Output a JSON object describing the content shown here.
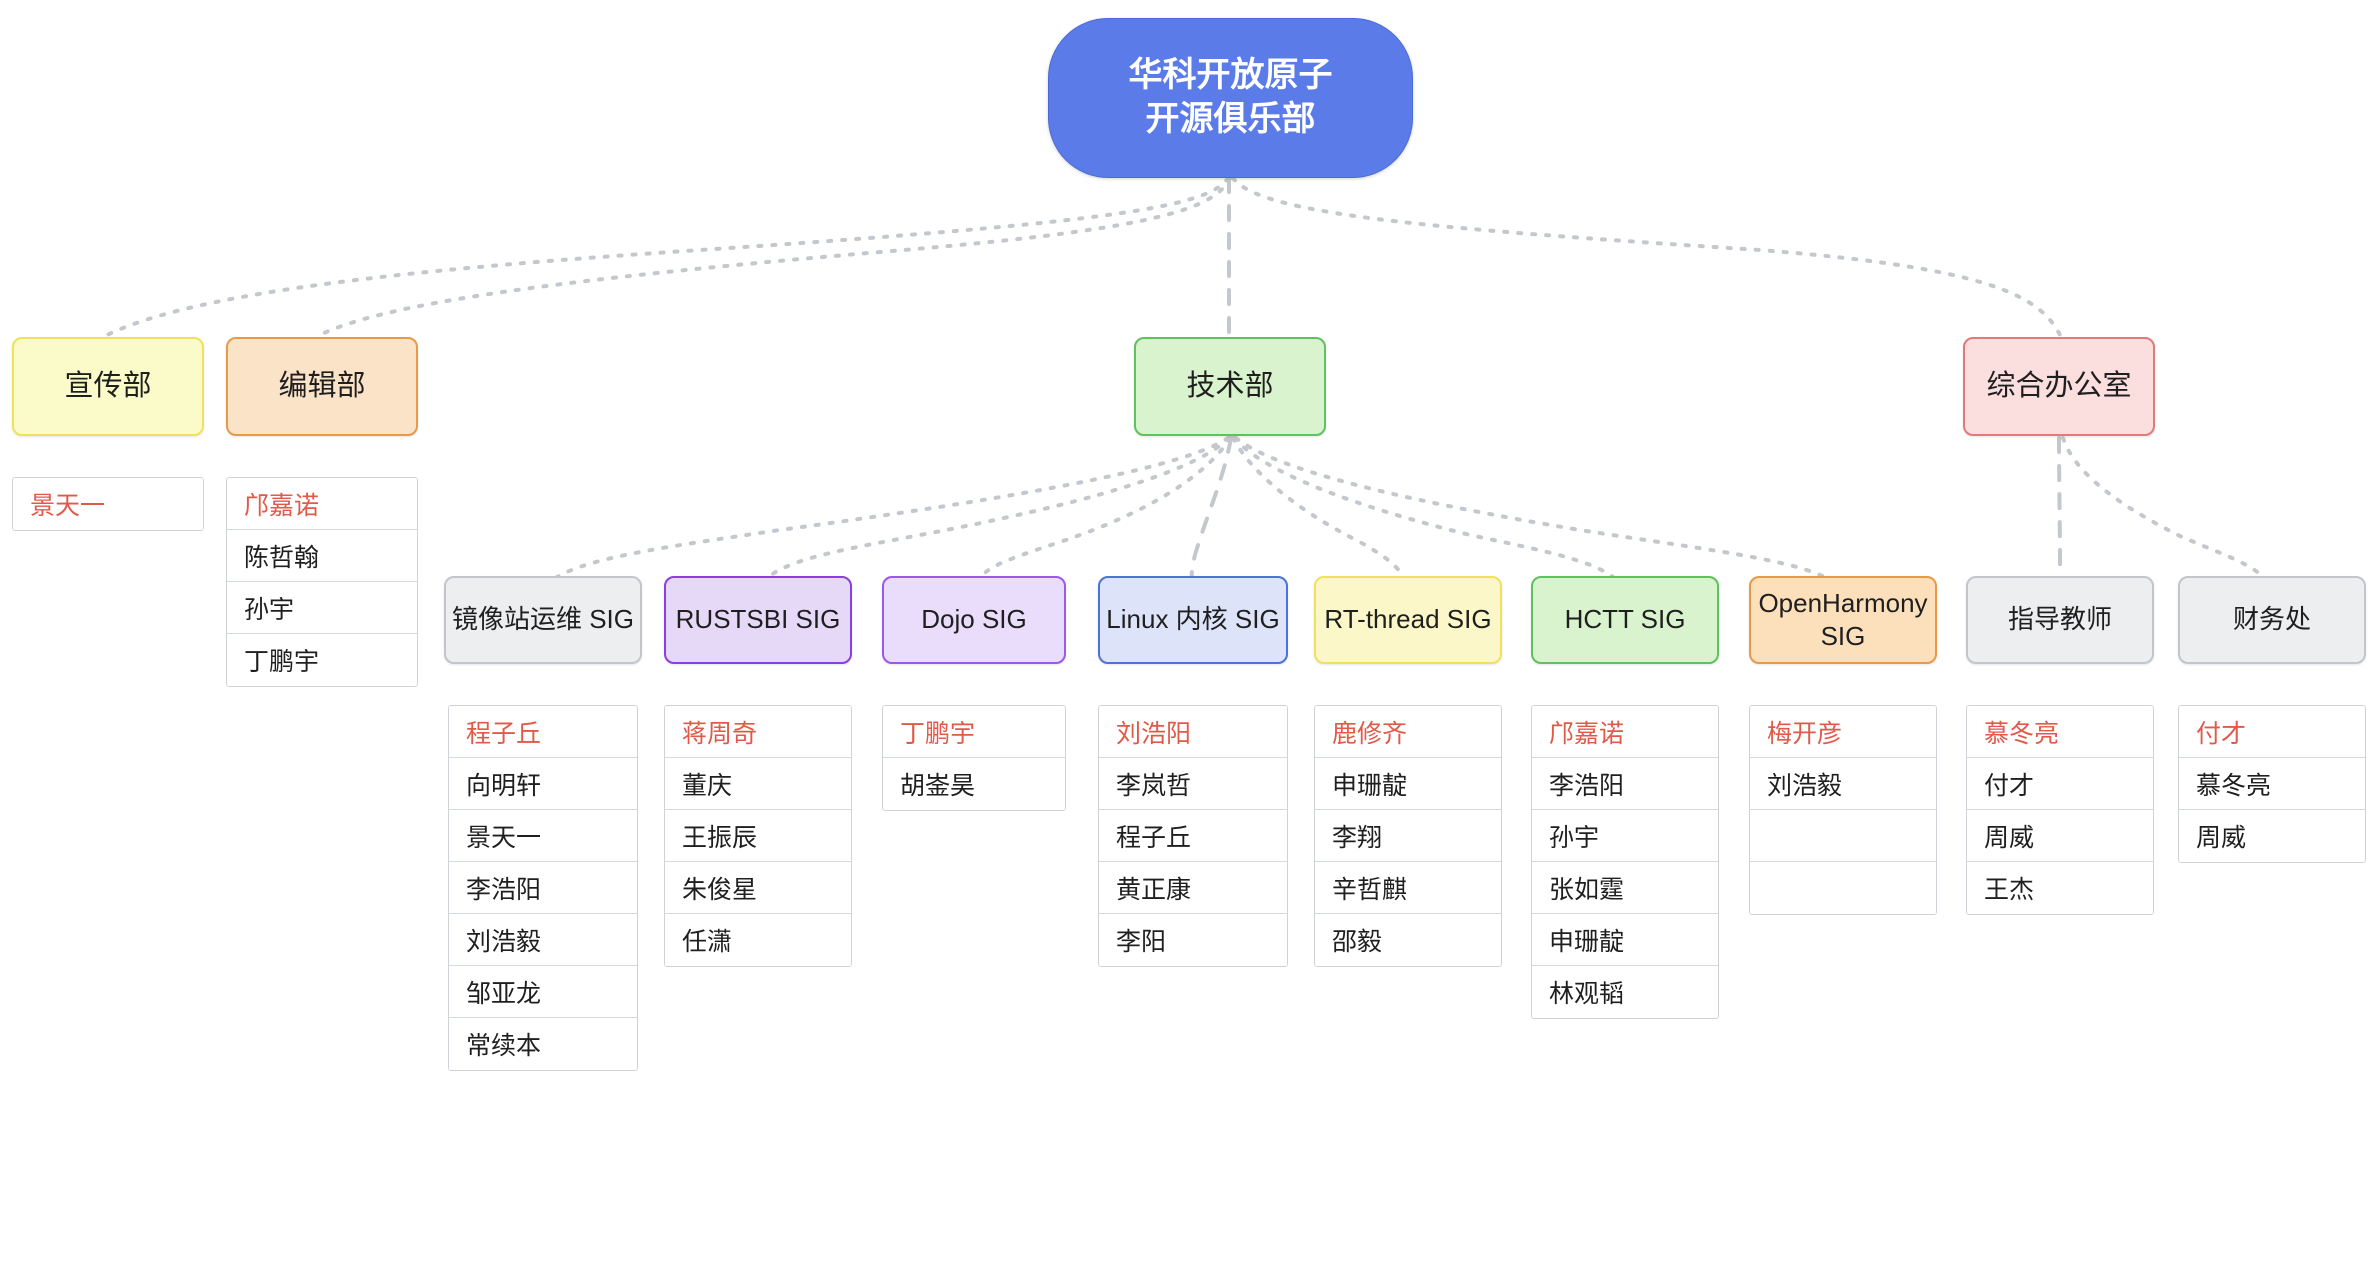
{
  "colors": {
    "root_fill": "#5b7ce8",
    "root_text": "#ffffff",
    "lead_text": "#e05a4a",
    "member_text": "#1f1f1f",
    "edge": "#c4c8cd",
    "yellow": "#fbfbc9",
    "orange": "#fbe3c8",
    "green": "#d8f3ce",
    "pink": "#fbdfdf",
    "gray": "#eceef0",
    "purple": "#e6d9f8",
    "blue": "#dde4fa"
  },
  "root": {
    "label_line1": "华科开放原子",
    "label_line2": "开源俱乐部"
  },
  "departments": [
    {
      "id": "xuanchuan",
      "label": "宣传部",
      "color": "yellow"
    },
    {
      "id": "bianji",
      "label": "编辑部",
      "color": "orange"
    },
    {
      "id": "jishu",
      "label": "技术部",
      "color": "green"
    },
    {
      "id": "zonghe",
      "label": "综合办公室",
      "color": "pink"
    }
  ],
  "groups": [
    {
      "id": "jingxiangzhan",
      "label": "镜像站运维 SIG",
      "color": "gray",
      "parent": "jishu"
    },
    {
      "id": "rustsbi",
      "label": "RUSTSBI SIG",
      "color": "purple",
      "parent": "jishu"
    },
    {
      "id": "dojo",
      "label": "Dojo SIG",
      "color": "purple2",
      "parent": "jishu"
    },
    {
      "id": "linux",
      "label": "Linux 内核 SIG",
      "color": "blue",
      "parent": "jishu"
    },
    {
      "id": "rtthread",
      "label": "RT-thread SIG",
      "color": "yellow2",
      "parent": "jishu"
    },
    {
      "id": "hctt",
      "label": "HCTT SIG",
      "color": "green2",
      "parent": "jishu"
    },
    {
      "id": "openharmony",
      "label": "OpenHarmony SIG",
      "color": "orange2",
      "parent": "jishu"
    },
    {
      "id": "zhidaojiaoshi",
      "label": "指导教师",
      "color": "gray",
      "parent": "zonghe"
    },
    {
      "id": "caiwuchu",
      "label": "财务处",
      "color": "gray",
      "parent": "zonghe"
    }
  ],
  "member_lists": [
    {
      "id": "m-xuanchuan",
      "owner": "宣传部",
      "members": [
        "景天一"
      ]
    },
    {
      "id": "m-bianji",
      "owner": "编辑部",
      "members": [
        "邝嘉诺",
        "陈哲翰",
        "孙宇",
        "丁鹏宇"
      ]
    },
    {
      "id": "m-jingxiang",
      "owner": "镜像站运维 SIG",
      "members": [
        "程子丘",
        "向明轩",
        "景天一",
        "李浩阳",
        "刘浩毅",
        "邹亚龙",
        "常续本"
      ]
    },
    {
      "id": "m-rustsbi",
      "owner": "RUSTSBI SIG",
      "members": [
        "蒋周奇",
        "董庆",
        "王振辰",
        "朱俊星",
        "任潇"
      ]
    },
    {
      "id": "m-dojo",
      "owner": "Dojo SIG",
      "members": [
        "丁鹏宇",
        "胡崟昊"
      ]
    },
    {
      "id": "m-linux",
      "owner": "Linux 内核 SIG",
      "members": [
        "刘浩阳",
        "李岚哲",
        "程子丘",
        "黄正康",
        "李阳"
      ]
    },
    {
      "id": "m-rtthread",
      "owner": "RT-thread SIG",
      "members": [
        "鹿修齐",
        "申珊靛",
        "李翔",
        "辛哲麒",
        "邵毅"
      ]
    },
    {
      "id": "m-hctt",
      "owner": "HCTT SIG",
      "members": [
        "邝嘉诺",
        "李浩阳",
        "孙宇",
        "张如霆",
        "申珊靛",
        "林观韬"
      ]
    },
    {
      "id": "m-openharmony",
      "owner": "OpenHarmony SIG",
      "members": [
        "梅开彦",
        "刘浩毅",
        "",
        ""
      ]
    },
    {
      "id": "m-zhidao",
      "owner": "指导教师",
      "members": [
        "慕冬亮",
        "付才",
        "周威",
        "王杰"
      ]
    },
    {
      "id": "m-caiwu",
      "owner": "财务处",
      "members": [
        "付才",
        "慕冬亮",
        "周威"
      ]
    }
  ]
}
